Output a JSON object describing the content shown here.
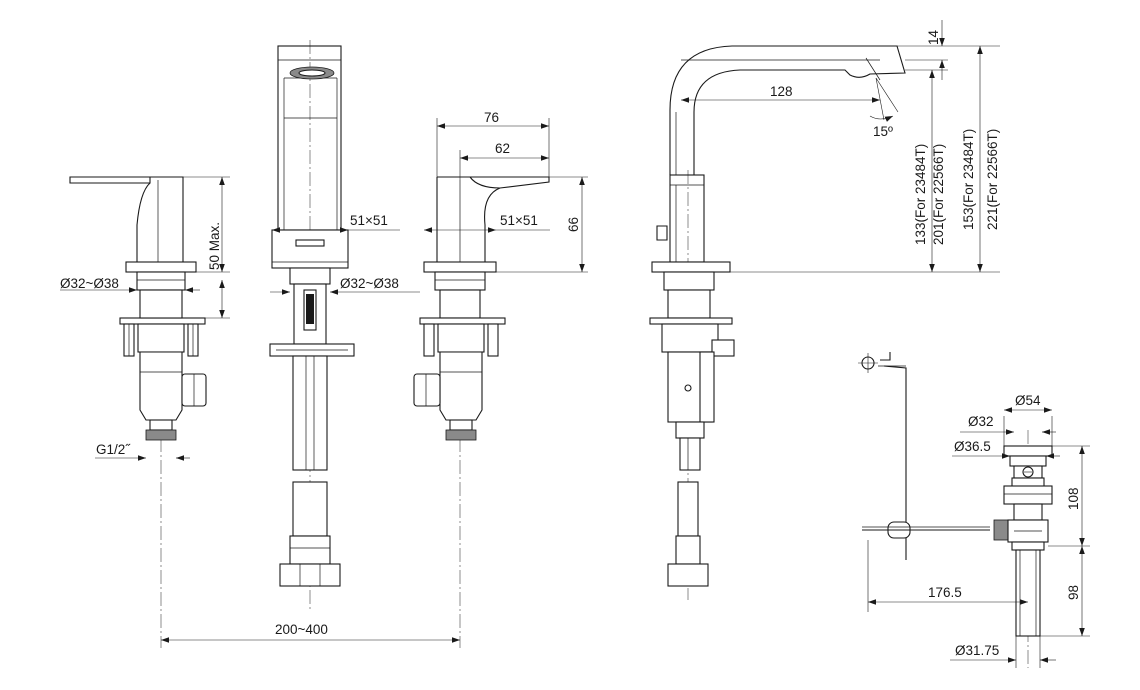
{
  "dimensions": {
    "lever_height_max": "50 Max.",
    "hole_range_left": "Ø32~Ø38",
    "hole_range_center": "Ø32~Ø38",
    "thread_size": "G1/2˝",
    "base_size_center": "51×51",
    "base_size_right": "51×51",
    "handle_reach": "76",
    "handle_reach_inner": "62",
    "handle_height": "66",
    "spread": "200~400",
    "spout_reach": "128",
    "spout_angle": "15º",
    "spout_lip_height": "14",
    "height_a1": "133(For 23484T)",
    "height_a2": "201(For 22566T)",
    "height_b1": "153(For 23484T)",
    "height_b2": "221(For 22566T)",
    "drain_top_dia": "Ø54",
    "drain_inner_dia": "Ø32",
    "drain_flange_dia": "Ø36.5",
    "drain_body_height": "108",
    "drain_rod_length": "176.5",
    "drain_tail_length": "98",
    "drain_tail_dia": "Ø31.75"
  }
}
